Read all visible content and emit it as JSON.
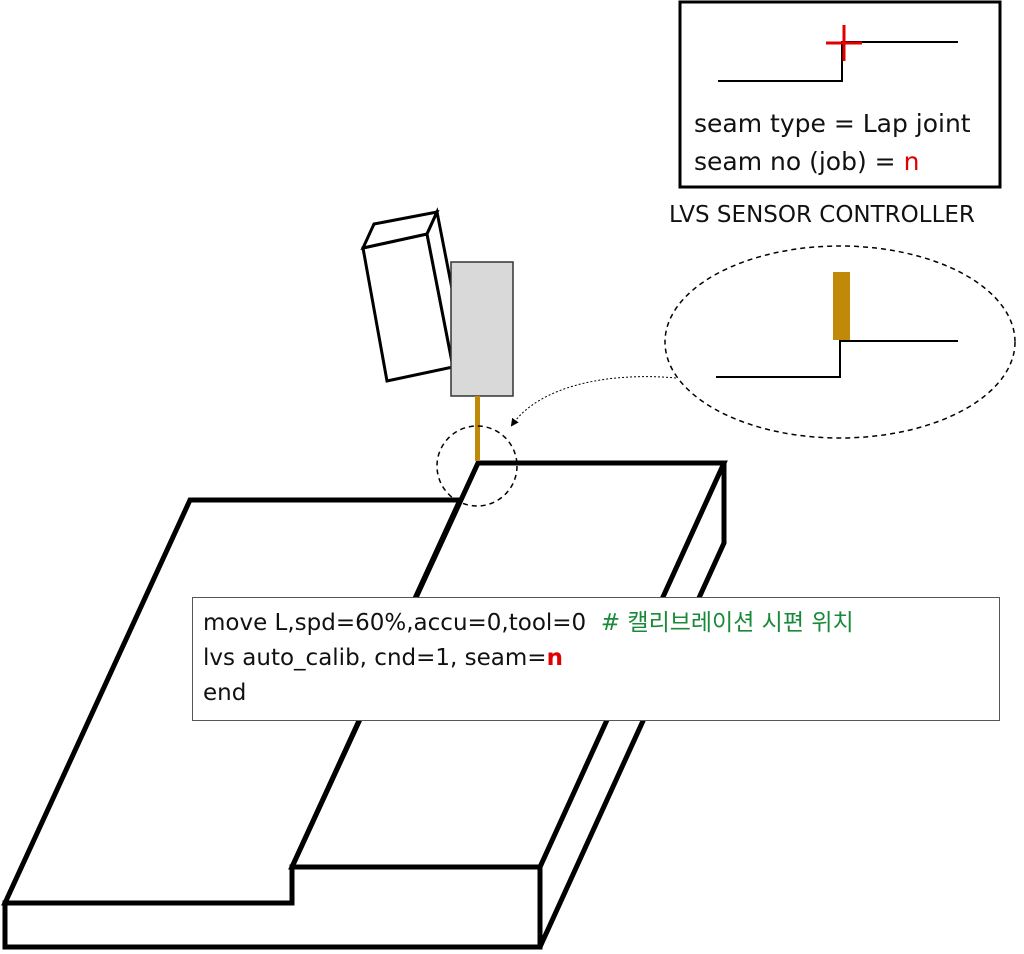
{
  "controller_panel": {
    "seam_type_line": "seam type = Lap joint",
    "seam_no_prefix": "seam no (job) = ",
    "seam_no_value": "n",
    "caption": "LVS SENSOR CONTROLLER"
  },
  "code": {
    "line1_command": "move L,spd=60%,accu=0,tool=0",
    "line1_comment": "# 캘리브레이션 시편 위치",
    "line2_prefix": "lvs auto_calib, cnd=1, seam=",
    "line2_value": "n",
    "line3": "end"
  },
  "colors": {
    "marker": "#e00000",
    "wire": "#c08a08",
    "torch_fill": "#d9d9d9",
    "comment": "#1a8a3a"
  }
}
